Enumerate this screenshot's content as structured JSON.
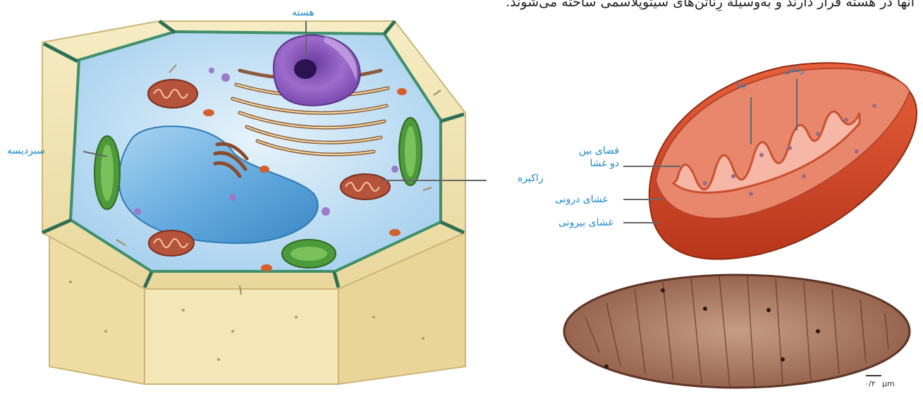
{
  "header": {
    "text": "آنها در هسته قرار دارند و به‌وسیلهٔ رِناتن‌های سیتوپلاسمی ساخته می‌شوند."
  },
  "cell_labels": {
    "nucleus": "هسته",
    "chloroplast": "سبزدیسه",
    "mitochondrion": "راکیزه"
  },
  "mito_labels": {
    "ribosome": "رناتن",
    "dna": "دِنا",
    "intermembrane_line1": "فضای بین",
    "intermembrane_line2": "دو غشا",
    "inner_membrane": "غشای درونی",
    "outer_membrane": "غشای بیرونی"
  },
  "scale_bar": {
    "value": "۰/۲",
    "unit": "µm"
  },
  "colors": {
    "label_blue": "#1e88c7",
    "cell_wall": "#f0e2ad",
    "cytoplasm": "#cfe6f5",
    "vacuole": "#6fb1e0",
    "nucleus": "#8d5bb8",
    "mito_outer": "#d9502b",
    "mito_inner": "#f6b2a3"
  }
}
